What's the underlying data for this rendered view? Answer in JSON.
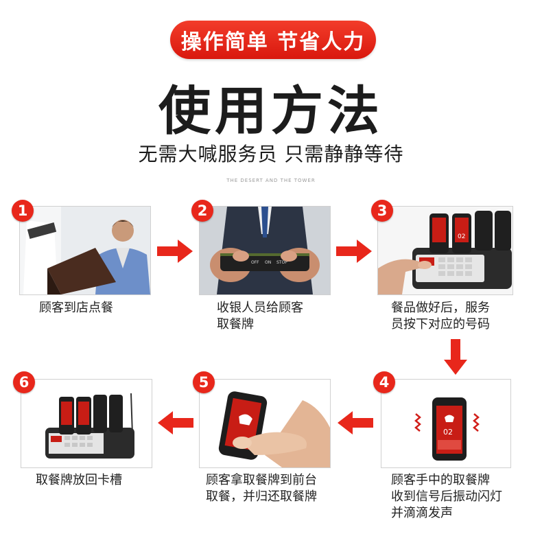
{
  "header": {
    "pill": "操作简单 节省人力",
    "title": "使用方法",
    "subtitle": "无需大喊服务员 只需静静等待",
    "faint_text": "THE DESERT AND THE TOWER"
  },
  "steps": [
    {
      "number": "1",
      "caption_lines": [
        "顾客到店点餐"
      ]
    },
    {
      "number": "2",
      "caption_lines": [
        "收银人员给顾客",
        "取餐牌"
      ],
      "device_labels": [
        "OFF",
        "ON",
        "STOP"
      ]
    },
    {
      "number": "3",
      "caption_lines": [
        "餐品做好后，服务",
        "员按下对应的号码"
      ],
      "pager_number": "02"
    },
    {
      "number": "4",
      "caption_lines": [
        "顾客手中的取餐牌",
        "收到信号后振动闪灯",
        "并滴滴发声"
      ],
      "pager_number": "02"
    },
    {
      "number": "5",
      "caption_lines": [
        "顾客拿取餐牌到前台",
        "取餐，并归还取餐牌"
      ]
    },
    {
      "number": "6",
      "caption_lines": [
        "取餐牌放回卡槽"
      ]
    }
  ],
  "colors": {
    "accent": "#e8271b",
    "arrow": "#e8271b",
    "text": "#222222",
    "pager_screen": "#d11f1a"
  }
}
